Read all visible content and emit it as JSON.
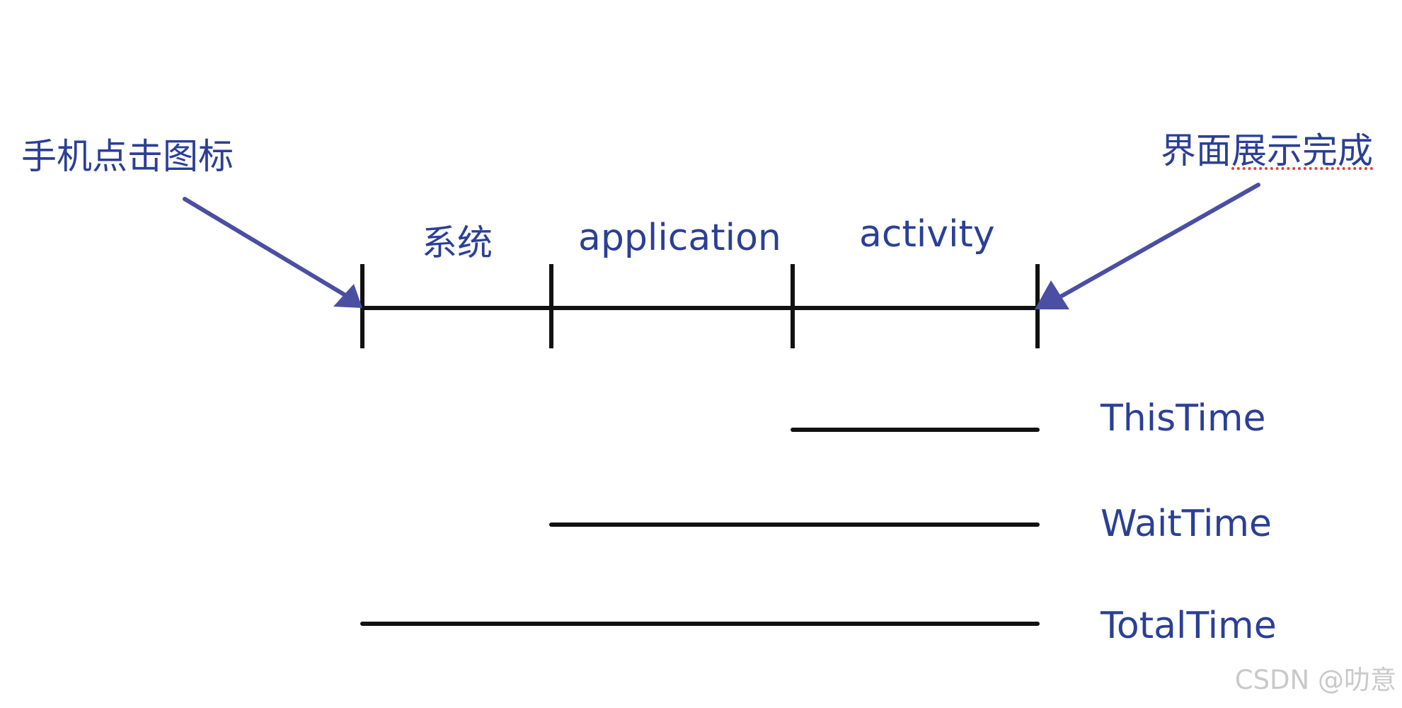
{
  "annotations": {
    "start": "手机点击图标",
    "end_prefix": "界面",
    "end_underlined": "展示完成"
  },
  "segments": {
    "system": "系统",
    "application": "application",
    "activity": "activity"
  },
  "metrics": {
    "this_time": "ThisTime",
    "wait_time": "WaitTime",
    "total_time": "TotalTime"
  },
  "watermark": "CSDN @叻意",
  "colors": {
    "text": "#2b3f96",
    "arrow": "#4a4fa3",
    "line": "#111111",
    "watermark": "#c9c9c9",
    "spellcheck": "#e0403a"
  }
}
